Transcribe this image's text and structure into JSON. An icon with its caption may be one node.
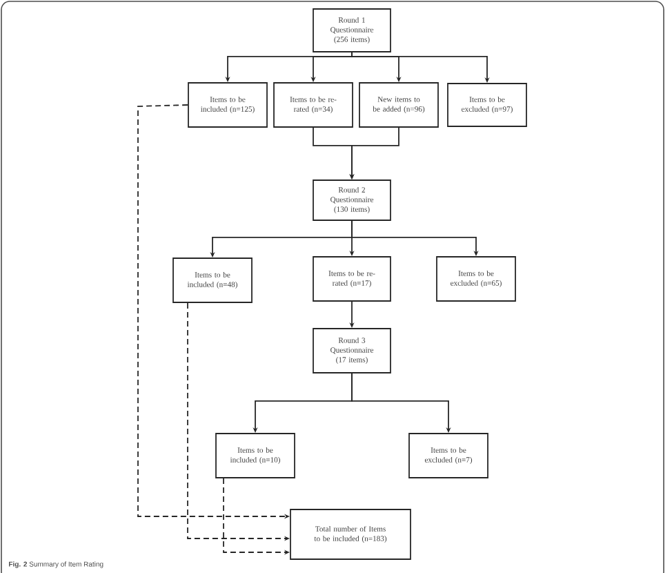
{
  "diagram": {
    "caption": "**Fig. 2** Summary of Item Rating",
    "nodes": [
      {
        "text": [
          "Round 1 Questionnaire (256 items)"
        ]
      },
      {
        "text": [
          "Items to be included (n=125)"
        ]
      },
      {
        "text": [
          "Items to be re-rated (n=34)"
        ]
      },
      {
        "text": [
          "New items to be added (n=96)"
        ]
      },
      {
        "text": [
          "Items to be excluded (n=97)"
        ]
      },
      {
        "text": [
          "Round 2 Questionnaire (130 items)"
        ]
      },
      {
        "text": [
          "Items to be included (n=48)"
        ]
      },
      {
        "text": [
          "Items to be re-rated (n=17)"
        ]
      },
      {
        "text": [
          "Items to be excluded (n=65)"
        ]
      },
      {
        "text": [
          "Round 3 Questionnaire (17 items)"
        ]
      },
      {
        "text": [
          "Items to be included (n=10)"
        ]
      },
      {
        "text": [
          "Items to be excluded (n=7)"
        ]
      },
      {
        "text": [
          "Total number of Items to be included (n=183)"
        ]
      }
    ],
    "edges": [
      {
        "from": 0,
        "to": 1,
        "arrow": "to"
      },
      {
        "from": 0,
        "to": 2,
        "arrow": "to"
      },
      {
        "from": 0,
        "to": 3,
        "arrow": "to"
      },
      {
        "from": 0,
        "to": 4,
        "arrow": "to"
      },
      {
        "from": 2,
        "to": 5,
        "arrow": "to"
      },
      {
        "from": 3,
        "to": 5,
        "arrow": "to"
      },
      {
        "from": 5,
        "to": 6,
        "arrow": "to"
      },
      {
        "from": 5,
        "to": 7,
        "arrow": "to"
      },
      {
        "from": 5,
        "to": 8,
        "arrow": "to"
      },
      {
        "from": 7,
        "to": 9,
        "arrow": "to"
      },
      {
        "from": 9,
        "to": 10,
        "arrow": "to"
      },
      {
        "from": 9,
        "to": 11,
        "arrow": "to"
      },
      {
        "from": 1,
        "to": 12,
        "arrow": "to",
        "style": "dashed"
      },
      {
        "from": 6,
        "to": 12,
        "arrow": "to",
        "style": "dashed"
      },
      {
        "from": 10,
        "to": 12,
        "arrow": "to",
        "style": "dashed"
      }
    ]
  }
}
